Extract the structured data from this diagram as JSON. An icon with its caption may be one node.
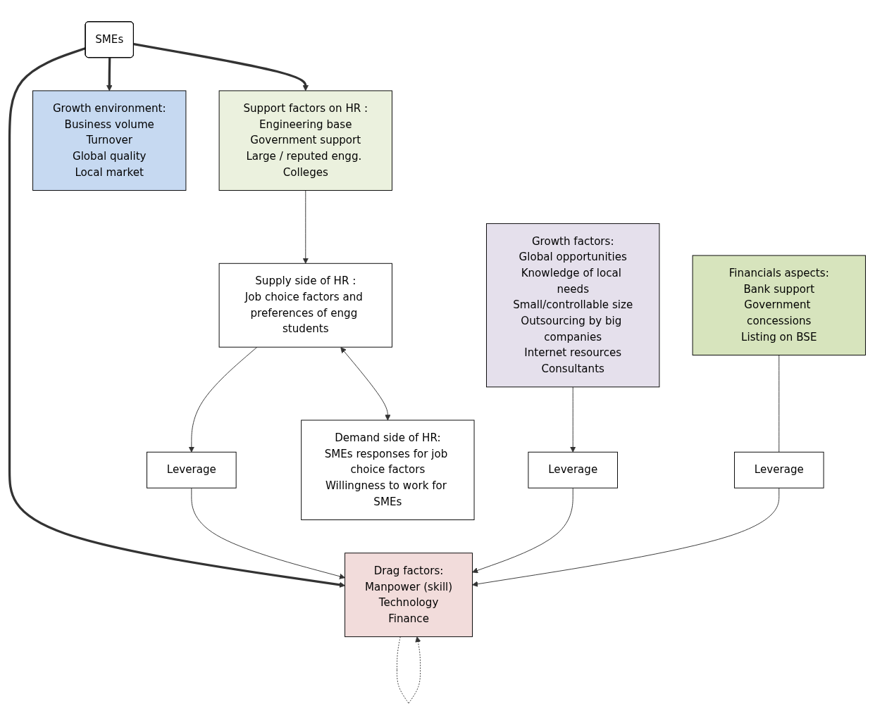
{
  "diagram": {
    "nodes": [
      {
        "text": [
          "Support factors on HR :",
          "Engineering base",
          "Government support",
          "Large / reputed engg. Colleges"
        ]
      },
      {
        "text": [
          "Growth environment:",
          "Business volume",
          "Turnover",
          "Global quality",
          "Local market"
        ]
      },
      {
        "text": [
          "SMEs"
        ]
      },
      {
        "text": [
          "Growth factors:",
          "Global opportunities",
          "Knowledge of local needs",
          "Small/controllable size",
          "Outsourcing by big companies",
          "Internet resources",
          "Consultants"
        ]
      },
      {
        "text": [
          "Supply side of HR :",
          "Job choice factors and preferences of engg students"
        ]
      },
      {
        "text": [
          "Drag factors:",
          "Manpower (skill)",
          "Technology",
          "Finance"
        ]
      },
      {
        "text": [
          "Leverage"
        ]
      },
      {
        "text": [
          "Leverage"
        ]
      },
      {
        "text": [
          "Demand side of HR:",
          "SMEs responses for job choice factors",
          "Willingness to work for SMEs"
        ]
      },
      {
        "text": [
          "Leverage"
        ]
      },
      {
        "text": [
          "Financials aspects:",
          "Bank support",
          "Government concessions",
          "Listing on BSE"
        ]
      }
    ],
    "edges": [
      {
        "from": 2,
        "to": 0,
        "arrow": "to",
        "style": "thick"
      },
      {
        "from": 2,
        "to": 1,
        "arrow": "to",
        "style": "thick"
      },
      {
        "from": 2,
        "to": 5,
        "arrow": "to",
        "style": "thick"
      },
      {
        "from": 0,
        "to": 4,
        "arrow": "to"
      },
      {
        "from": 4,
        "to": 8,
        "arrow": "both"
      },
      {
        "from": 4,
        "to": 6,
        "arrow": "to"
      },
      {
        "from": 6,
        "to": 5,
        "arrow": "to"
      },
      {
        "from": 3,
        "to": 7,
        "arrow": "to"
      },
      {
        "from": 7,
        "to": 5,
        "arrow": "to"
      },
      {
        "from": 5,
        "to": 5,
        "arrow": "to",
        "style": "dashed"
      },
      {
        "from": 10,
        "to": 9,
        "arrow": "none"
      },
      {
        "from": 9,
        "to": 5,
        "arrow": "to"
      }
    ]
  }
}
